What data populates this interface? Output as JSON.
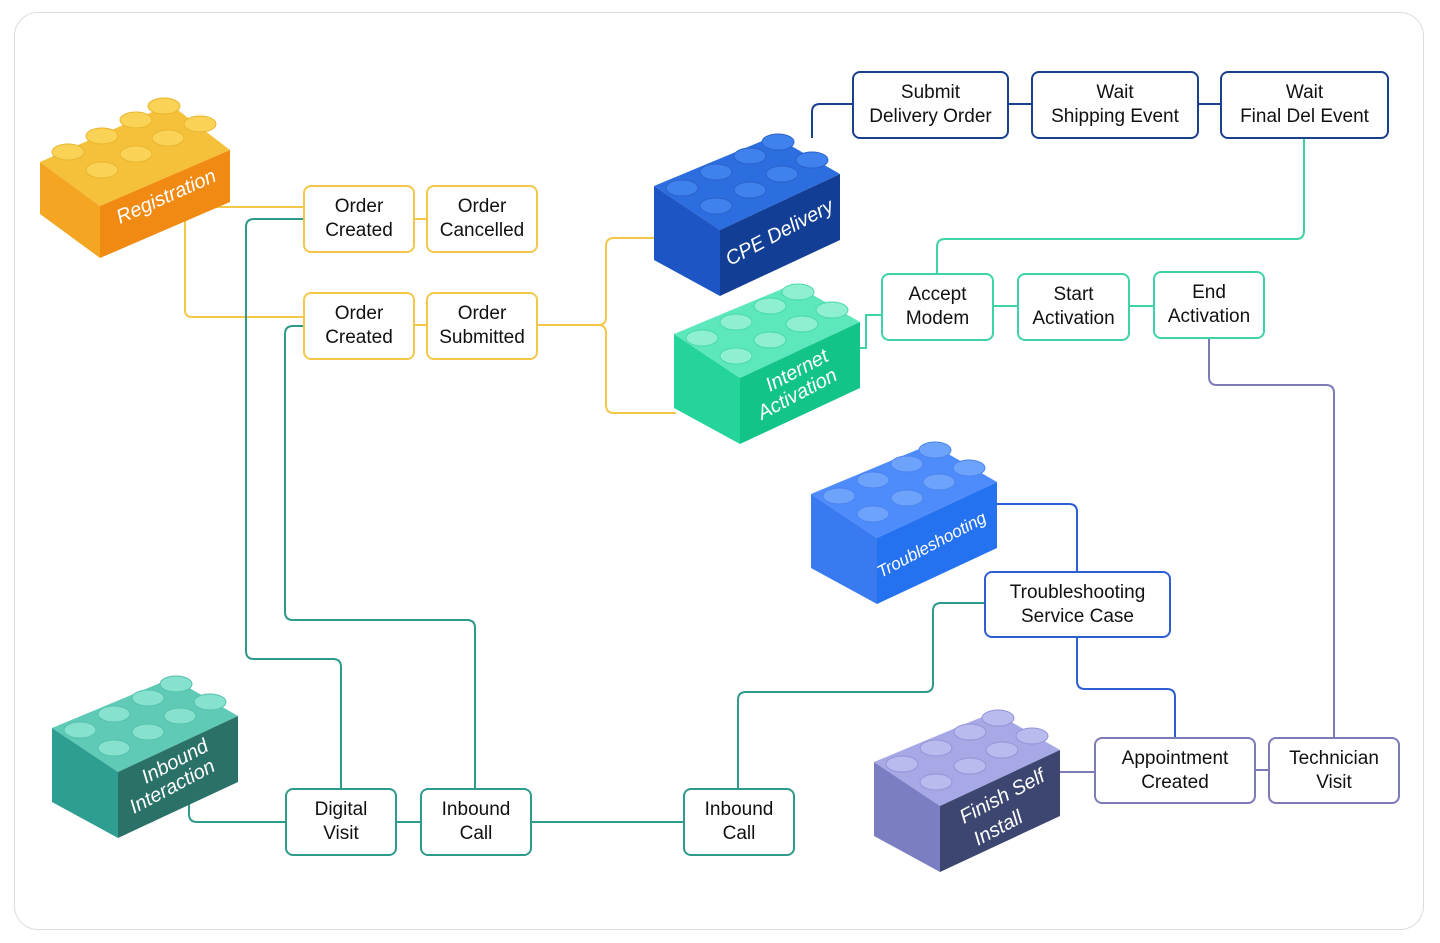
{
  "colors": {
    "yellow": "#f3c84a",
    "navy": "#1a3f8c",
    "green": "#3dd3a6",
    "blue": "#2c5fcf",
    "purple": "#7d7ab8",
    "teal": "#2e9a8c"
  },
  "bricks": {
    "registration": "Registration",
    "cpe_delivery": "CPE Delivery",
    "internet_activation_1": "Internet",
    "internet_activation_2": "Activation",
    "troubleshooting": "Troubleshooting",
    "inbound_interaction_1": "Inbound",
    "inbound_interaction_2": "Interaction",
    "finish_self_install_1": "Finish Self",
    "finish_self_install_2": "Install"
  },
  "boxes": {
    "order_created_1": "Order\nCreated",
    "order_cancelled": "Order\nCancelled",
    "order_created_2": "Order\nCreated",
    "order_submitted": "Order\nSubmitted",
    "submit_delivery_order": "Submit\nDelivery Order",
    "wait_shipping_event": "Wait\nShipping Event",
    "wait_final_del_event": "Wait\nFinal Del Event",
    "accept_modem": "Accept\nModem",
    "start_activation": "Start\nActivation",
    "end_activation": "End\nActivation",
    "troubleshooting_service_case": "Troubleshooting\nService Case",
    "digital_visit": "Digital\nVisit",
    "inbound_call_1": "Inbound\nCall",
    "inbound_call_2": "Inbound\nCall",
    "appointment_created": "Appointment\nCreated",
    "technician_visit": "Technician\nVisit"
  }
}
